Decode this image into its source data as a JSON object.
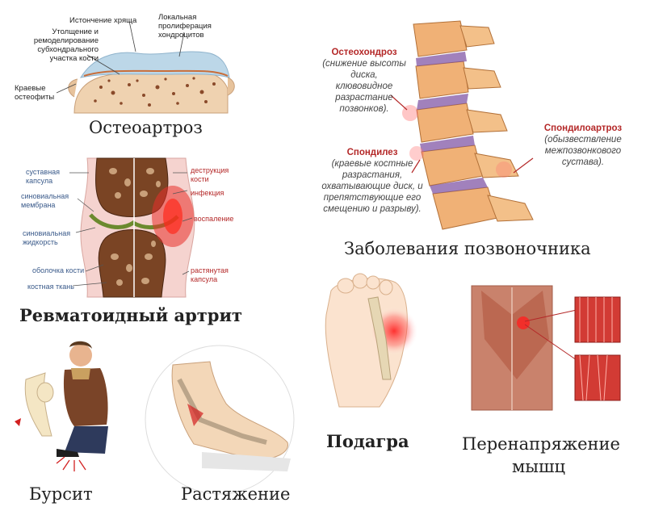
{
  "osteoarthrosis": {
    "caption": "Остеоартроз",
    "labels": {
      "cartilage_thinning": "Истончение хряща",
      "chondrocyte_proliferation": "Локальная пролиферация хондроцитов",
      "subchondral_thickening": "Утолщение и ремоделирование субхондрального участка кости",
      "marginal_osteophytes": "Краевые остеофиты"
    }
  },
  "rheumatoid": {
    "caption": "Ревматоидный артрит",
    "labels": {
      "joint_capsule": "суставная капсула",
      "synovial_membrane": "синовиальная мембрана",
      "synovial_fluid": "синовиальная жидкорсть",
      "bone_shell": "оболочка кости",
      "bone_tissue": "костная ткань",
      "bone_destruction": "деструкция кости",
      "infection": "инфекция",
      "inflammation": "воспаление",
      "stretched_capsule": "растянутая капсула"
    }
  },
  "spine": {
    "caption": "Заболевания позвоночника",
    "osteochondrosis_title": "Остеохондроз",
    "osteochondrosis_desc": "(снижение высоты диска, клювовидное разрастание позвонков).",
    "spondylosis_title": "Спондилез",
    "spondylosis_desc": "(краевые костные разрастания, охватывающие диск, и препятствующие его смещению и разрыву).",
    "spondyloarthrosis_title": "Спондилоартроз",
    "spondyloarthrosis_desc": "(обызвествление межпозвонкового сустава)."
  },
  "gout": {
    "caption": "Подагра"
  },
  "muscle": {
    "caption_line1": "Перенапряжение",
    "caption_line2": "мышц"
  },
  "bursitis": {
    "caption": "Бурсит"
  },
  "sprain": {
    "caption": "Растяжение"
  }
}
